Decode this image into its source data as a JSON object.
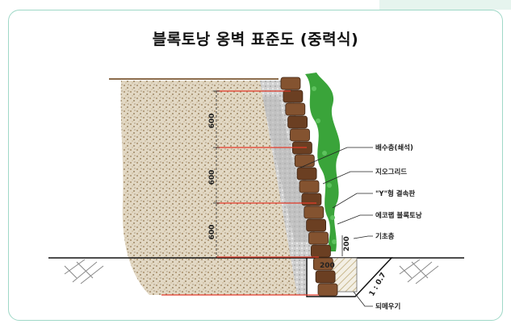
{
  "title": "블록토낭 옹벽 표준도 (중력식)",
  "labels": {
    "drain": "배수층(쇄석)",
    "geogrid": "지오그리드",
    "connector": "\"Y\"형 결속판",
    "block": "에코랩 블록토낭",
    "foundation": "기초층",
    "backfill": "되메우기"
  },
  "dimensions": {
    "spacing_top": "600",
    "spacing_mid": "600",
    "spacing_bottom": "600",
    "base_width": "200",
    "base_height": "200",
    "slope": "1 : 0.7"
  },
  "colors": {
    "border": "#9fd8c7",
    "grid_line": "#e23a2a",
    "soil": "#d9cdb8",
    "drain": "#c9c9c9",
    "block": "#7a4a2a",
    "vegetation": "#3aa43a"
  }
}
